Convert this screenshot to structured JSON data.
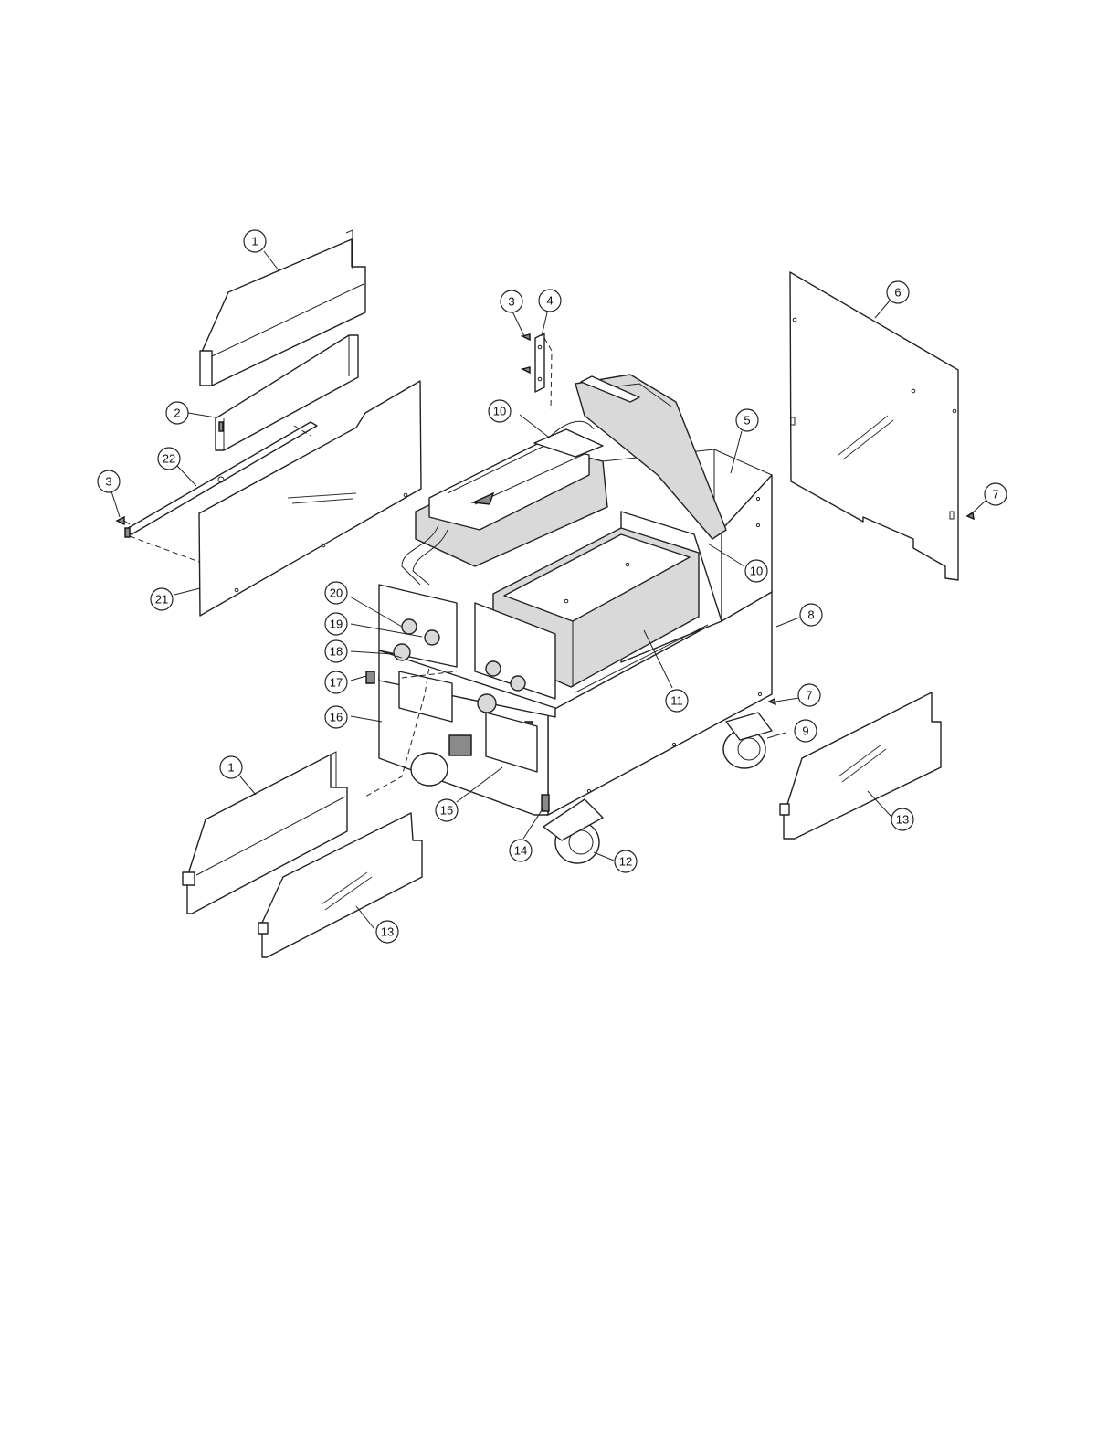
{
  "callouts": [
    {
      "id": "c1a",
      "label": "1"
    },
    {
      "id": "c2",
      "label": "2"
    },
    {
      "id": "c3a",
      "label": "3"
    },
    {
      "id": "c3b",
      "label": "3"
    },
    {
      "id": "c4",
      "label": "4"
    },
    {
      "id": "c5",
      "label": "5"
    },
    {
      "id": "c6",
      "label": "6"
    },
    {
      "id": "c7a",
      "label": "7"
    },
    {
      "id": "c7b",
      "label": "7"
    },
    {
      "id": "c8",
      "label": "8"
    },
    {
      "id": "c9",
      "label": "9"
    },
    {
      "id": "c10a",
      "label": "10"
    },
    {
      "id": "c10b",
      "label": "10"
    },
    {
      "id": "c11",
      "label": "11"
    },
    {
      "id": "c12",
      "label": "12"
    },
    {
      "id": "c13a",
      "label": "13"
    },
    {
      "id": "c13b",
      "label": "13"
    },
    {
      "id": "c14",
      "label": "14"
    },
    {
      "id": "c15",
      "label": "15"
    },
    {
      "id": "c16",
      "label": "16"
    },
    {
      "id": "c17",
      "label": "17"
    },
    {
      "id": "c18",
      "label": "18"
    },
    {
      "id": "c19",
      "label": "19"
    },
    {
      "id": "c20",
      "label": "20"
    },
    {
      "id": "c1b",
      "label": "1"
    },
    {
      "id": "c21",
      "label": "21"
    },
    {
      "id": "c22",
      "label": "22"
    }
  ]
}
